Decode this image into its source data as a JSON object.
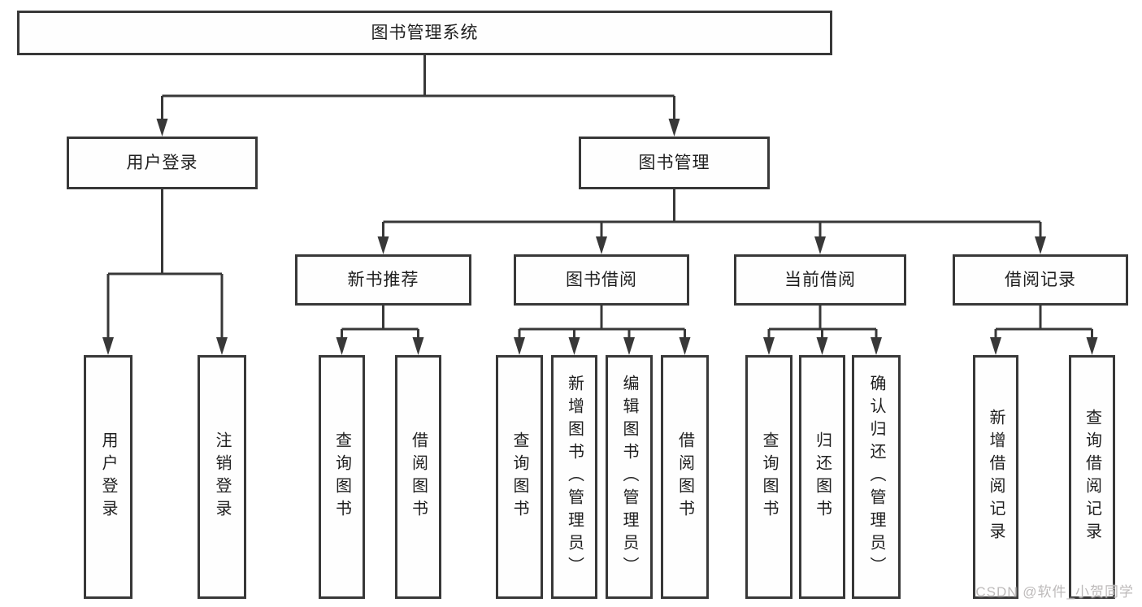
{
  "diagram": {
    "title": "图书管理系统",
    "root": {
      "label": "图书管理系统"
    },
    "level2": [
      {
        "label": "用户登录"
      },
      {
        "label": "图书管理"
      }
    ],
    "level3": [
      {
        "label": "新书推荐"
      },
      {
        "label": "图书借阅"
      },
      {
        "label": "当前借阅"
      },
      {
        "label": "借阅记录"
      }
    ],
    "leaves": {
      "user_login": [
        {
          "label": "用户登录"
        },
        {
          "label": "注销登录"
        }
      ],
      "new_book": [
        {
          "label": "查询图书"
        },
        {
          "label": "借阅图书"
        }
      ],
      "book_borrow": [
        {
          "label": "查询图书"
        },
        {
          "label": "新增图书（管理员）"
        },
        {
          "label": "编辑图书（管理员）"
        },
        {
          "label": "借阅图书"
        }
      ],
      "current_borrow": [
        {
          "label": "查询图书"
        },
        {
          "label": "归还图书"
        },
        {
          "label": "确认归还（管理员）"
        }
      ],
      "borrow_records": [
        {
          "label": "新增借阅记录"
        },
        {
          "label": "查询借阅记录"
        }
      ]
    },
    "watermark": "CSDN @软件_小贺同学",
    "colors": {
      "line": "#383838",
      "box_border": "#383838",
      "box_fill": "#fefefe",
      "text": "#1f1f1f",
      "watermark": "#bdbaba",
      "background": "#ffffff"
    }
  }
}
